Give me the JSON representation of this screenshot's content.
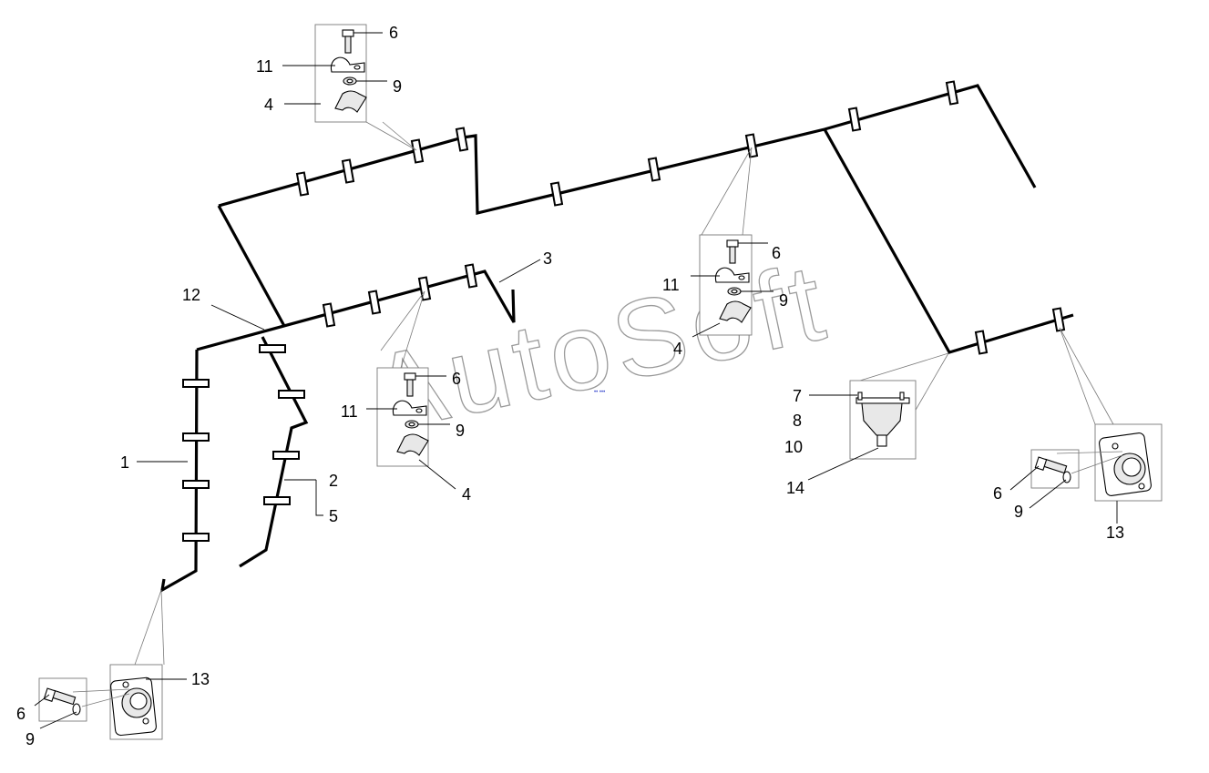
{
  "watermark": "AutoSoft",
  "callouts": {
    "c_top_6": "6",
    "c_top_11": "11",
    "c_top_9": "9",
    "c_top_4": "4",
    "c_mid_6": "6",
    "c_mid_11": "11",
    "c_mid_9": "9",
    "c_mid_4": "4",
    "c_right_6": "6",
    "c_right_11": "11",
    "c_right_9": "9",
    "c_right_4": "4",
    "c_3": "3",
    "c_12": "12",
    "c_1": "1",
    "c_2": "2",
    "c_5": "5",
    "c_7": "7",
    "c_8": "8",
    "c_10": "10",
    "c_14": "14",
    "c_br_6": "6",
    "c_br_9": "9",
    "c_br_13": "13",
    "c_bl_13": "13",
    "c_bl_6": "6",
    "c_bl_9": "9"
  }
}
